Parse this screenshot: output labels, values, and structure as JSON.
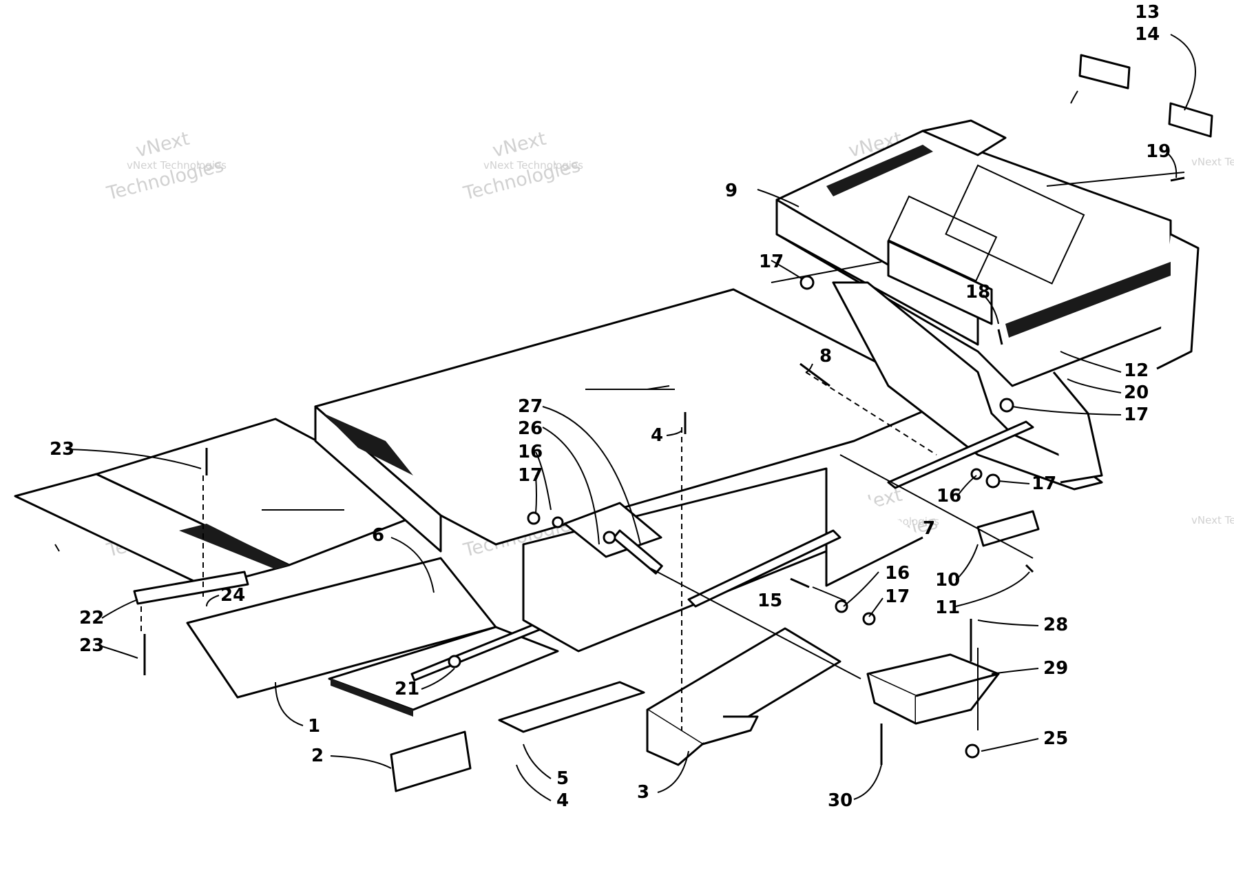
{
  "diagram": {
    "watermark_line1": "vNext Technologies",
    "watermark_line2": "vNext",
    "watermark_line3": "Technologies",
    "callouts": [
      {
        "id": "c1",
        "label": "1"
      },
      {
        "id": "c2",
        "label": "2"
      },
      {
        "id": "c3",
        "label": "3"
      },
      {
        "id": "c4a",
        "label": "4"
      },
      {
        "id": "c4b",
        "label": "4"
      },
      {
        "id": "c5",
        "label": "5"
      },
      {
        "id": "c6",
        "label": "6"
      },
      {
        "id": "c7",
        "label": "7"
      },
      {
        "id": "c8",
        "label": "8"
      },
      {
        "id": "c9",
        "label": "9"
      },
      {
        "id": "c10",
        "label": "10"
      },
      {
        "id": "c11",
        "label": "11"
      },
      {
        "id": "c12",
        "label": "12"
      },
      {
        "id": "c13",
        "label": "13"
      },
      {
        "id": "c14",
        "label": "14"
      },
      {
        "id": "c15",
        "label": "15"
      },
      {
        "id": "c16a",
        "label": "16"
      },
      {
        "id": "c16b",
        "label": "16"
      },
      {
        "id": "c16c",
        "label": "16"
      },
      {
        "id": "c17a",
        "label": "17"
      },
      {
        "id": "c17b",
        "label": "17"
      },
      {
        "id": "c17c",
        "label": "17"
      },
      {
        "id": "c17d",
        "label": "17"
      },
      {
        "id": "c17e",
        "label": "17"
      },
      {
        "id": "c18",
        "label": "18"
      },
      {
        "id": "c19",
        "label": "19"
      },
      {
        "id": "c20",
        "label": "20"
      },
      {
        "id": "c21",
        "label": "21"
      },
      {
        "id": "c22",
        "label": "22"
      },
      {
        "id": "c23a",
        "label": "23"
      },
      {
        "id": "c23b",
        "label": "23"
      },
      {
        "id": "c24",
        "label": "24"
      },
      {
        "id": "c25",
        "label": "25"
      },
      {
        "id": "c26",
        "label": "26"
      },
      {
        "id": "c27",
        "label": "27"
      },
      {
        "id": "c28",
        "label": "28"
      },
      {
        "id": "c29",
        "label": "29"
      },
      {
        "id": "c30",
        "label": "30"
      }
    ]
  }
}
